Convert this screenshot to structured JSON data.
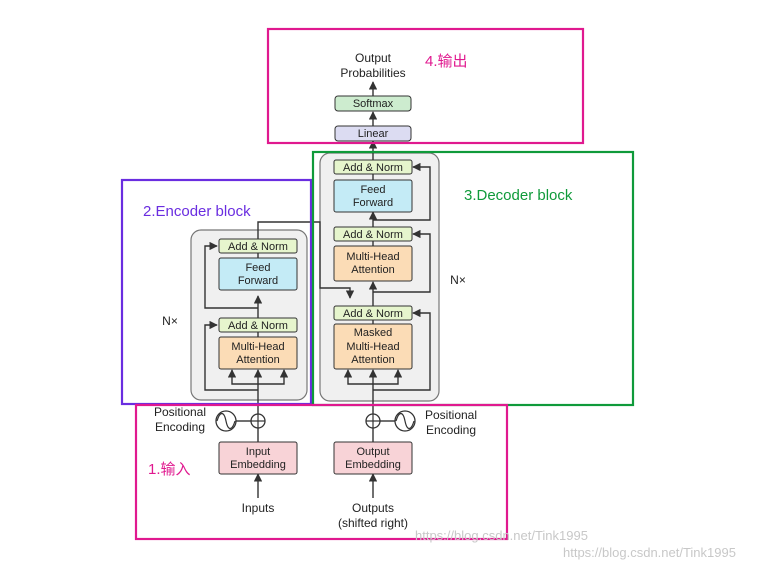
{
  "diagram": {
    "output_label_line1": "Output",
    "output_label_line2": "Probabilities",
    "softmax": "Softmax",
    "linear": "Linear",
    "add_norm": "Add & Norm",
    "feed_forward_line1": "Feed",
    "feed_forward_line2": "Forward",
    "multi_head_line1": "Multi-Head",
    "multi_head_line2": "Attention",
    "masked_line1": "Masked",
    "masked_line2": "Multi-Head",
    "masked_line3": "Attention",
    "nx": "N×",
    "positional_line1": "Positional",
    "positional_line2": "Encoding",
    "input_embedding_line1": "Input",
    "input_embedding_line2": "Embedding",
    "output_embedding_line1": "Output",
    "output_embedding_line2": "Embedding",
    "inputs": "Inputs",
    "outputs_line1": "Outputs",
    "outputs_line2": "(shifted right)"
  },
  "annotations": {
    "output": "4.输出",
    "encoder": "2.Encoder block",
    "decoder": "3.Decoder block",
    "input": "1.输入"
  },
  "watermark": {
    "line1": "https://blog.csdn.net/Tink1995",
    "line2": "https://blog.csdn.net/Tink1995"
  },
  "colors": {
    "output_box": "#e0198f",
    "encoder_box": "#6a2de0",
    "decoder_box": "#0f9a3a",
    "input_box": "#e0198f",
    "add_norm_fill": "#e6f5cd",
    "feed_forward_fill": "#c4ebf6",
    "attention_fill": "#fbdcb6",
    "embedding_fill": "#f8d3d7",
    "softmax_fill": "#cdeccf",
    "linear_fill": "#dcdcf2",
    "block_fill": "#f0f0f0"
  }
}
